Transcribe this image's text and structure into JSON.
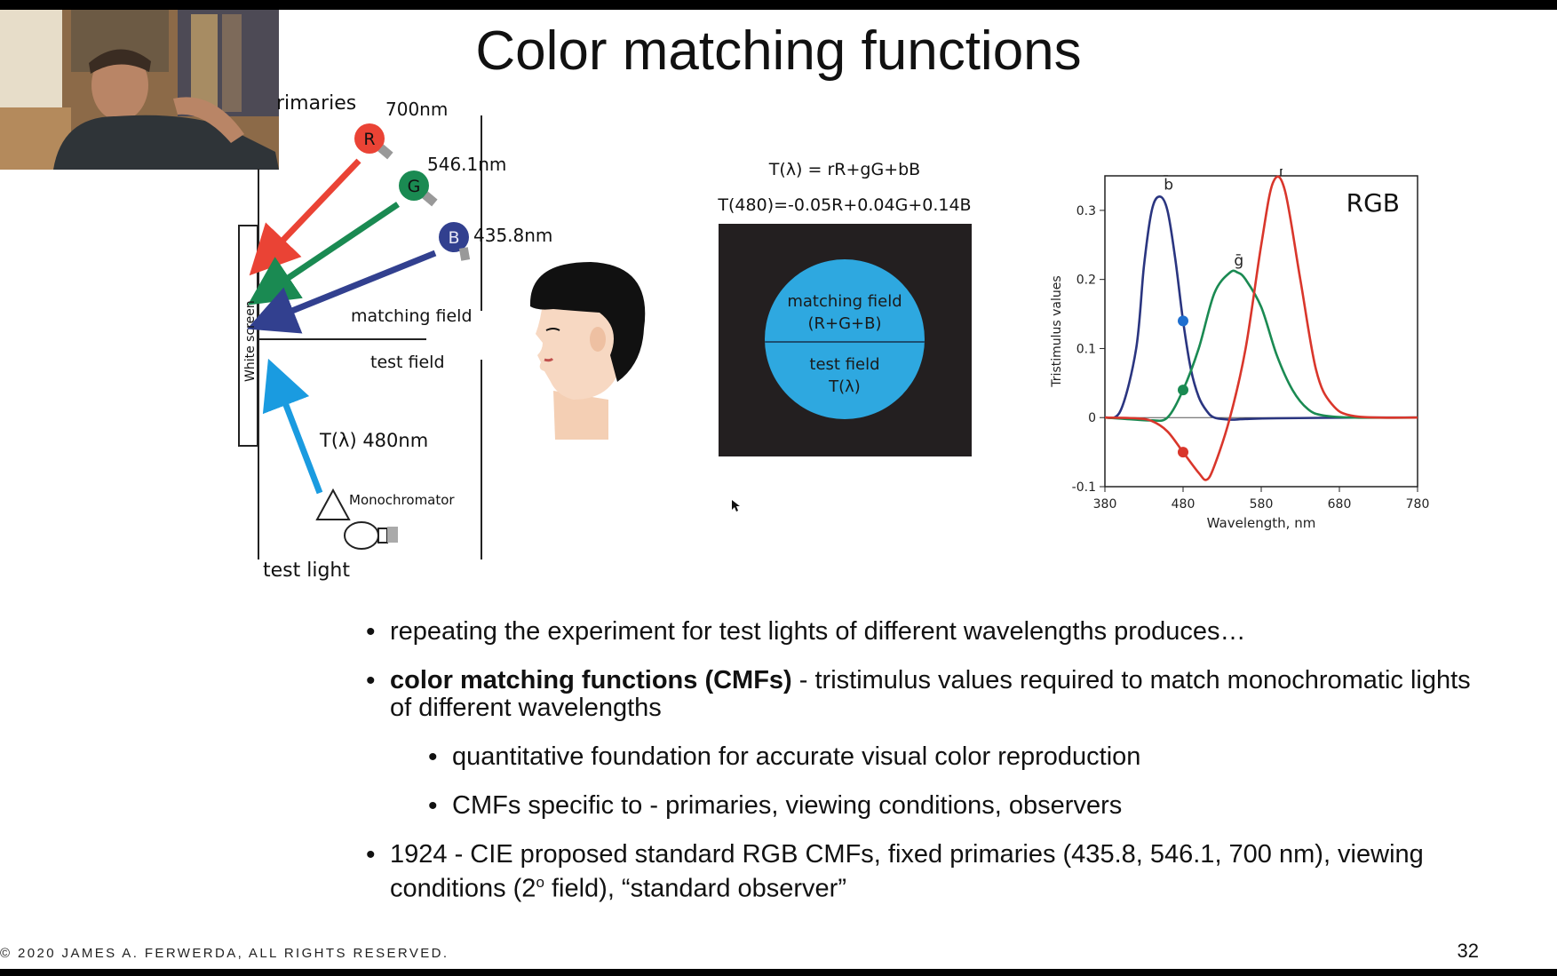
{
  "slide": {
    "title": "Color matching functions",
    "footer": "© 2020 JAMES A. FERWERDA,  ALL RIGHTS RESERVED.",
    "page_number": "32"
  },
  "experiment": {
    "primaries_label": "rimaries",
    "r_wavelength": "700nm",
    "g_wavelength": "546.1nm",
    "b_wavelength": "435.8nm",
    "r_letter": "R",
    "g_letter": "G",
    "b_letter": "B",
    "white_screen": "White screen",
    "matching_field": "matching field",
    "test_field": "test field",
    "test_light_label": "T(λ)  480nm",
    "monochromator": "Monochromator",
    "test_light": "test light"
  },
  "formulas": {
    "line1": "T(λ) = rR+gG+bB",
    "line2": "T(480)=-0.05R+0.04G+0.14B"
  },
  "field_view": {
    "top_line1": "matching field",
    "top_line2": "(R+G+B)",
    "bottom_line1": "test field",
    "bottom_line2": "T(λ)"
  },
  "chart_data": {
    "type": "line",
    "title": "RGB",
    "xlabel": "Wavelength, nm",
    "ylabel": "Tristimulus values",
    "xlim": [
      380,
      780
    ],
    "ylim": [
      -0.1,
      0.35
    ],
    "xticks": [
      "380",
      "480",
      "580",
      "680",
      "780"
    ],
    "yticks": [
      "-0.1",
      "0",
      "0.1",
      "0.2",
      "0.3"
    ],
    "colors": {
      "r": "#d9362b",
      "g": "#1a8a52",
      "b": "#2a3580"
    },
    "series": [
      {
        "name": "b̄",
        "color": "#2a3580",
        "x": [
          380,
          400,
          420,
          430,
          440,
          450,
          460,
          470,
          480,
          490,
          500,
          510,
          520,
          540,
          560,
          600,
          700,
          780
        ],
        "values": [
          0.0,
          0.01,
          0.1,
          0.22,
          0.3,
          0.32,
          0.3,
          0.23,
          0.14,
          0.07,
          0.03,
          0.01,
          0.0,
          -0.003,
          -0.002,
          -0.001,
          0.0,
          0.0
        ]
      },
      {
        "name": "ḡ",
        "color": "#1a8a52",
        "x": [
          380,
          420,
          440,
          460,
          480,
          500,
          520,
          540,
          550,
          560,
          580,
          600,
          620,
          640,
          660,
          700,
          780
        ],
        "values": [
          0.0,
          -0.003,
          -0.004,
          0.0,
          0.04,
          0.1,
          0.18,
          0.21,
          0.21,
          0.2,
          0.16,
          0.09,
          0.04,
          0.012,
          0.003,
          0.0,
          0.0
        ]
      },
      {
        "name": "r̄",
        "color": "#d9362b",
        "x": [
          380,
          420,
          440,
          460,
          480,
          500,
          510,
          520,
          540,
          560,
          580,
          595,
          610,
          630,
          650,
          670,
          700,
          780
        ],
        "values": [
          0.0,
          -0.001,
          -0.005,
          -0.02,
          -0.05,
          -0.08,
          -0.09,
          -0.07,
          0.0,
          0.1,
          0.25,
          0.34,
          0.33,
          0.2,
          0.07,
          0.02,
          0.002,
          0.0
        ]
      }
    ],
    "markers": [
      {
        "x": 480,
        "y": 0.14,
        "color": "#1f6fcf"
      },
      {
        "x": 480,
        "y": 0.04,
        "color": "#1a8a52"
      },
      {
        "x": 480,
        "y": -0.05,
        "color": "#d9362b"
      }
    ]
  },
  "bullets": [
    {
      "text": "repeating the experiment for test lights of different wavelengths produces…"
    },
    {
      "bold": "color matching functions (CMFs)",
      "text": " - tristimulus values required to match monochromatic lights of different wavelengths"
    },
    {
      "text": "quantitative foundation for accurate visual color reproduction",
      "level": 2
    },
    {
      "text": "CMFs specific to - primaries, viewing conditions, observers",
      "level": 2
    },
    {
      "text_a": "1924 - CIE proposed standard RGB CMFs, fixed primaries (435.8, 546.1, 700 nm), viewing conditions (2",
      "sup": "o",
      "text_b": " field), “standard observer”"
    }
  ]
}
